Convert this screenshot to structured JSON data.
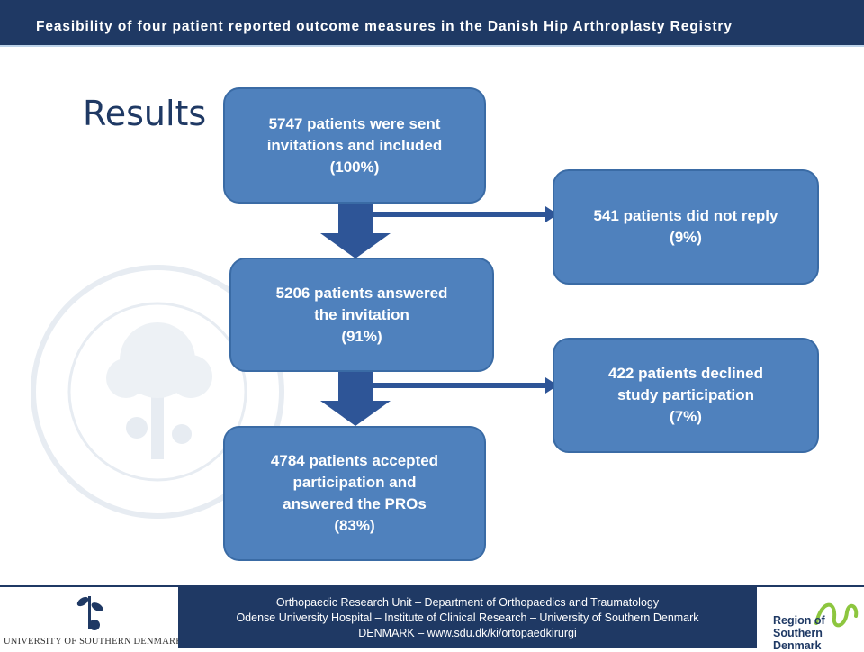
{
  "header": {
    "title": "Feasibility of four patient reported outcome measures in the Danish Hip Arthroplasty Registry"
  },
  "slide": {
    "title": "Results"
  },
  "flow": {
    "box1": {
      "line1": "5747 patients were sent",
      "line2": "invitations and included",
      "line3": "(100%)"
    },
    "box2": {
      "line1": "5206 patients answered",
      "line2": "the invitation",
      "line3": "(91%)"
    },
    "box3": {
      "line1": "4784 patients accepted",
      "line2": "participation and",
      "line3": "answered the PROs",
      "line4": "(83%)"
    },
    "side1": {
      "line1": "541 patients did not reply",
      "line2": "(9%)"
    },
    "side2": {
      "line1": "422 patients declined",
      "line2": "study participation",
      "line3": "(7%)"
    }
  },
  "footer": {
    "line1": "Orthopaedic Research  Unit – Department of Orthopaedics and Traumatology",
    "line2": "Odense University Hospital – Institute of Clinical Research – University of Southern Denmark",
    "line3": "DENMARK – www.sdu.dk/ki/ortopaedkirurgi"
  },
  "logos": {
    "sdu": "UNIVERSITY OF SOUTHERN DENMARK",
    "region_line1": "Region of",
    "region_line2": "Southern Denmark"
  },
  "colors": {
    "header": "#1f3964",
    "box": "#4f81bd",
    "arrow": "#2e5597"
  }
}
